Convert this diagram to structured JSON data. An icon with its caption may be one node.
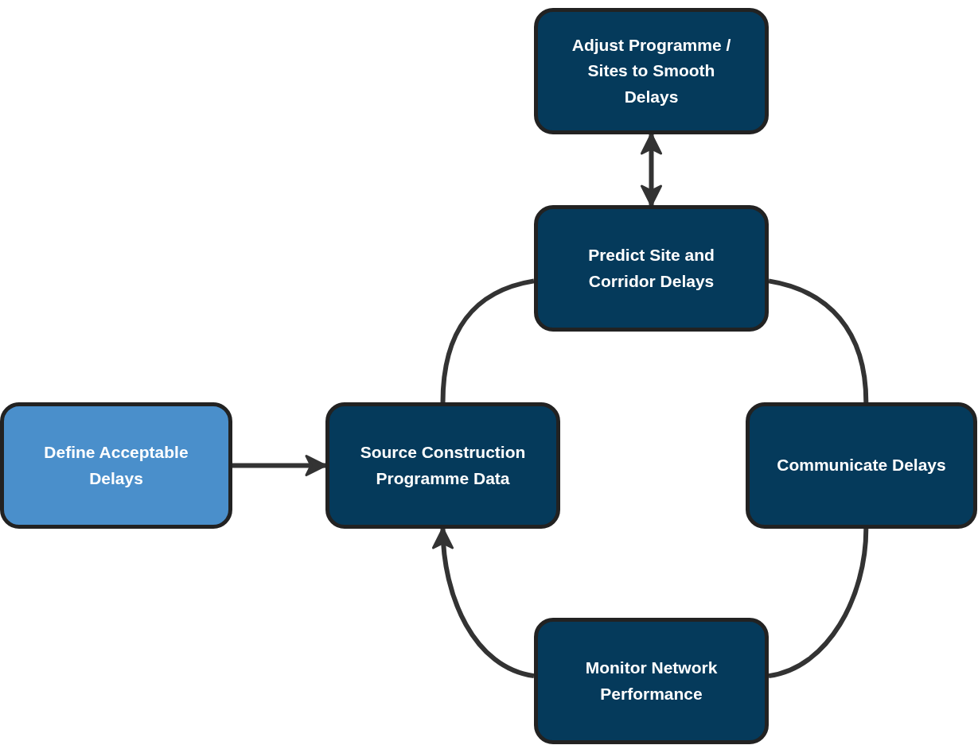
{
  "diagram": {
    "nodes": [
      {
        "text": [
          "Adjust Programme / Sites to Smooth Delays"
        ]
      },
      {
        "text": [
          "Predict Site and Corridor Delays"
        ]
      },
      {
        "text": [
          "Define Acceptable Delays"
        ]
      },
      {
        "text": [
          "Source Construction Programme Data"
        ]
      },
      {
        "text": [
          "Communicate Delays"
        ]
      },
      {
        "text": [
          "Monitor Network Performance"
        ]
      }
    ],
    "edges": [
      {
        "from": 1,
        "to": 0,
        "arrow": "both"
      },
      {
        "from": 2,
        "to": 3,
        "arrow": "to"
      },
      {
        "from": 3,
        "to": 1,
        "arrow": "none"
      },
      {
        "from": 1,
        "to": 4,
        "arrow": "none"
      },
      {
        "from": 4,
        "to": 5,
        "arrow": "none"
      },
      {
        "from": 5,
        "to": 3,
        "arrow": "to"
      }
    ]
  }
}
